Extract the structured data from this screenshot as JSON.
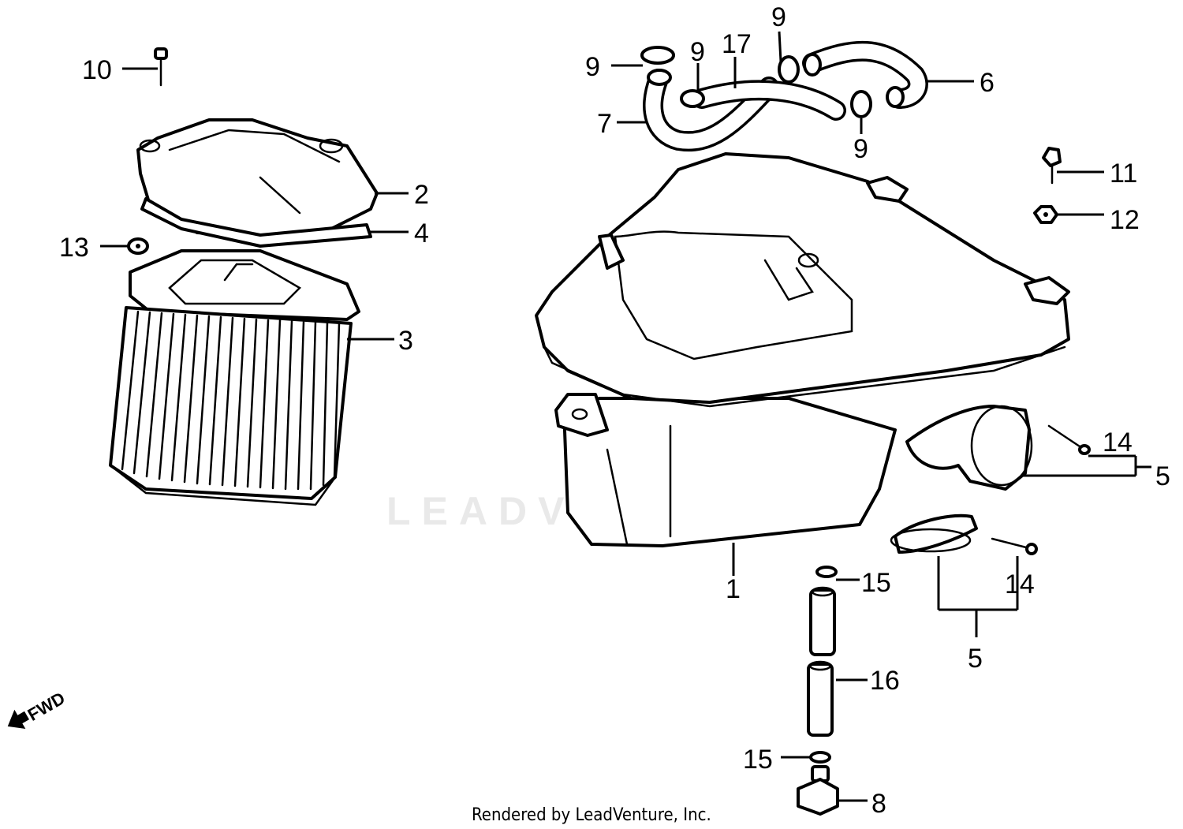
{
  "watermark": "LEADVENTURE",
  "footer": "Rendered by LeadVenture, Inc.",
  "direction_label": "FWD",
  "callouts": {
    "c1": "1",
    "c2": "2",
    "c3": "3",
    "c4": "4",
    "c5a": "5",
    "c5b": "5",
    "c6": "6",
    "c7": "7",
    "c8": "8",
    "c9a": "9",
    "c9b": "9",
    "c9c": "9",
    "c9d": "9",
    "c10": "10",
    "c11": "11",
    "c12": "12",
    "c13": "13",
    "c14a": "14",
    "c14b": "14",
    "c15a": "15",
    "c15b": "15",
    "c16": "16",
    "c17": "17"
  }
}
